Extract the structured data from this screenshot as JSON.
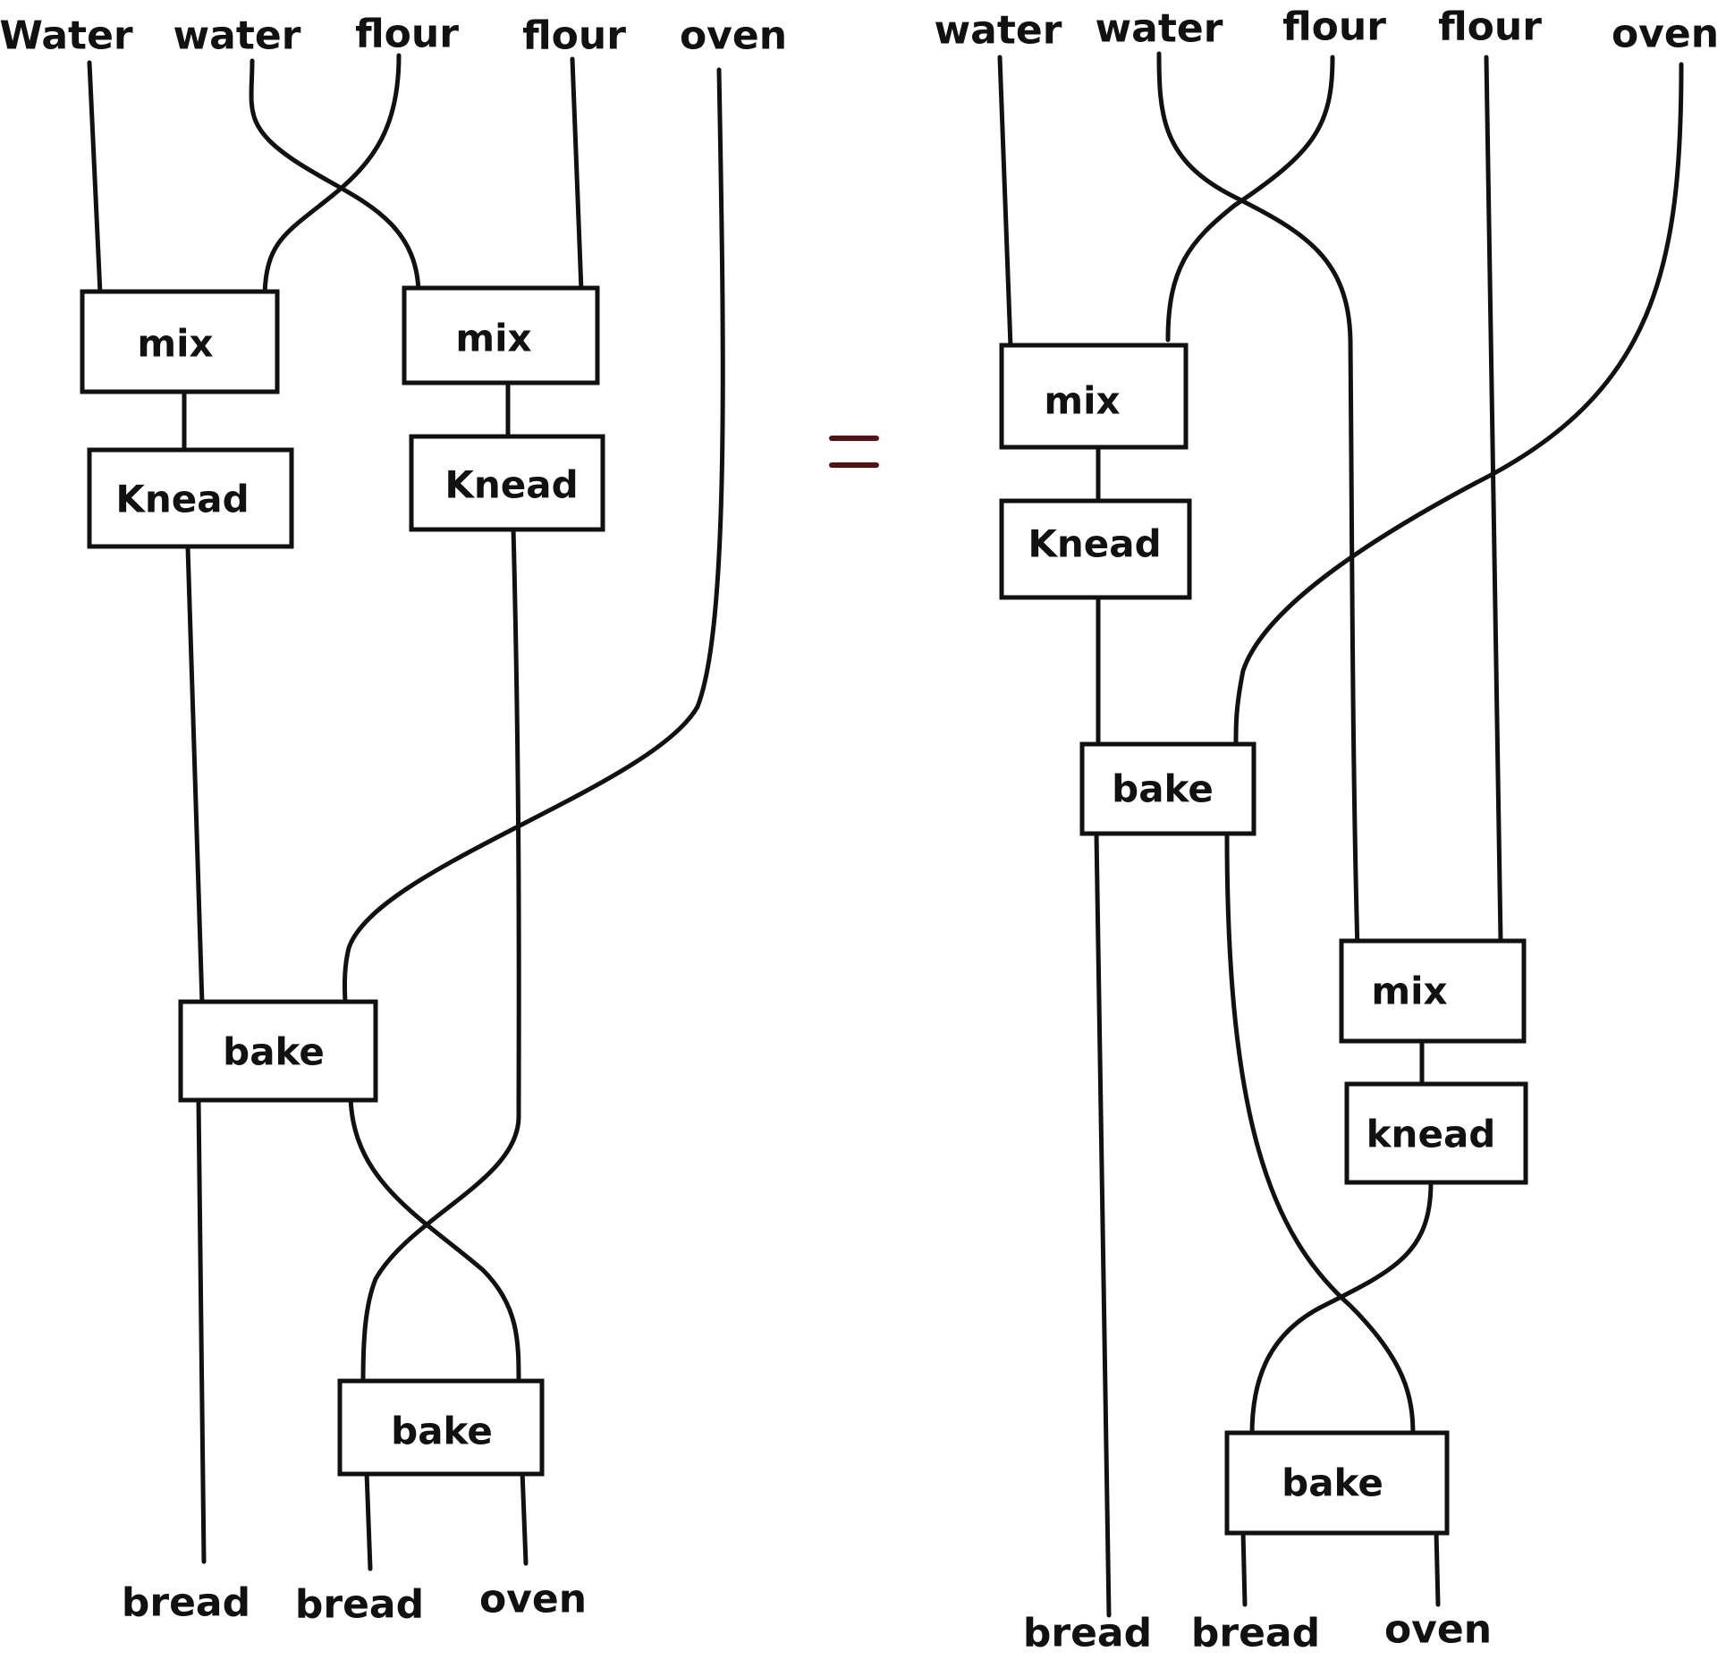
{
  "left": {
    "inputs": [
      "Water",
      "water",
      "flour",
      "flour",
      "oven"
    ],
    "boxes": {
      "mix1": "mix",
      "mix2": "mix",
      "knead1": "Knead",
      "knead2": "Knead",
      "bake1": "bake",
      "bake2": "bake"
    },
    "outputs": [
      "bread",
      "bread",
      "oven"
    ]
  },
  "equals_sign": "=",
  "right": {
    "inputs": [
      "water",
      "water",
      "flour",
      "flour",
      "oven"
    ],
    "boxes": {
      "mix1": "mix",
      "knead1": "Knead",
      "bake1": "bake",
      "mix2": "mix",
      "knead2": "knead",
      "bake2": "bake"
    },
    "outputs": [
      "bread",
      "bread",
      "oven"
    ]
  }
}
